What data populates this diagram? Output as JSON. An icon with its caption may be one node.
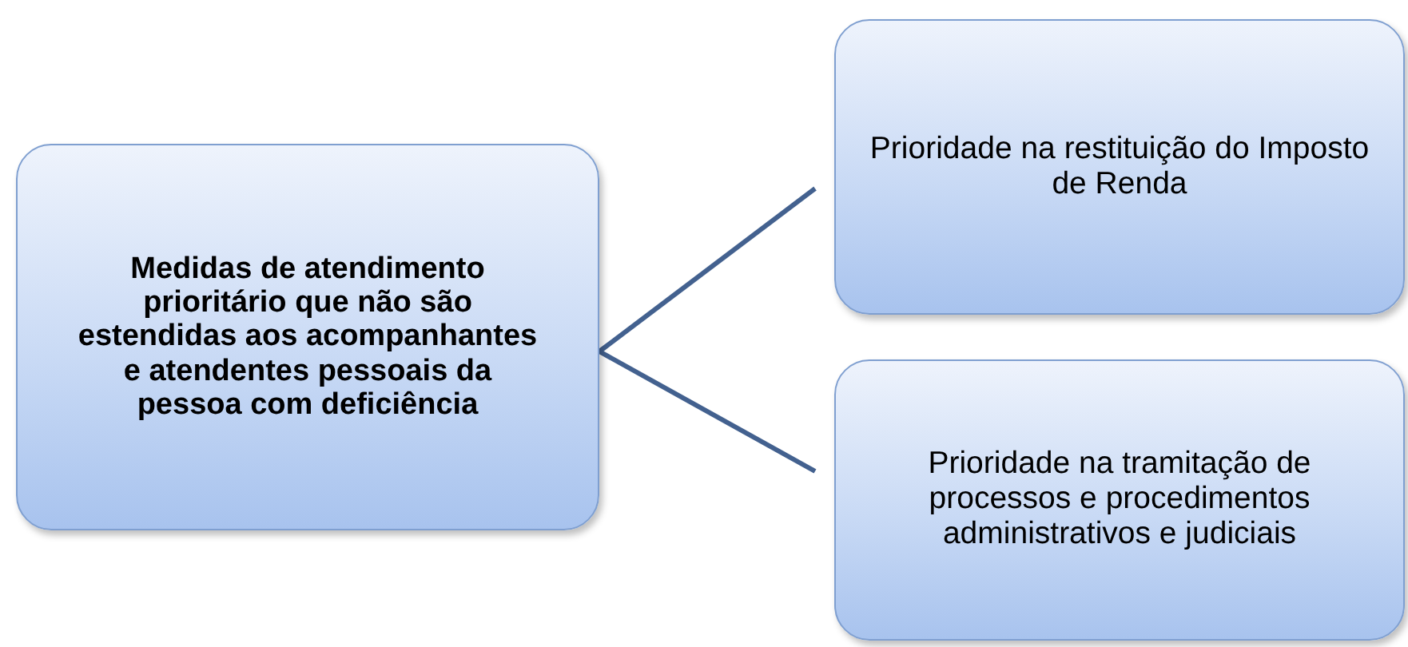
{
  "diagram": {
    "nodes": [
      {
        "text": [
          "Medidas de atendimento prioritário que não são estendidas aos acompanhantes e atendentes pessoais da pessoa com deficiência"
        ]
      },
      {
        "text": [
          "Prioridade na restituição do Imposto de Renda"
        ]
      },
      {
        "text": [
          "Prioridade na tramitação de processos e procedimentos administrativos e judiciais"
        ]
      }
    ],
    "edges": [
      {
        "from": 0,
        "to": 1,
        "arrow": "none"
      },
      {
        "from": 0,
        "to": 2,
        "arrow": "none"
      }
    ]
  }
}
